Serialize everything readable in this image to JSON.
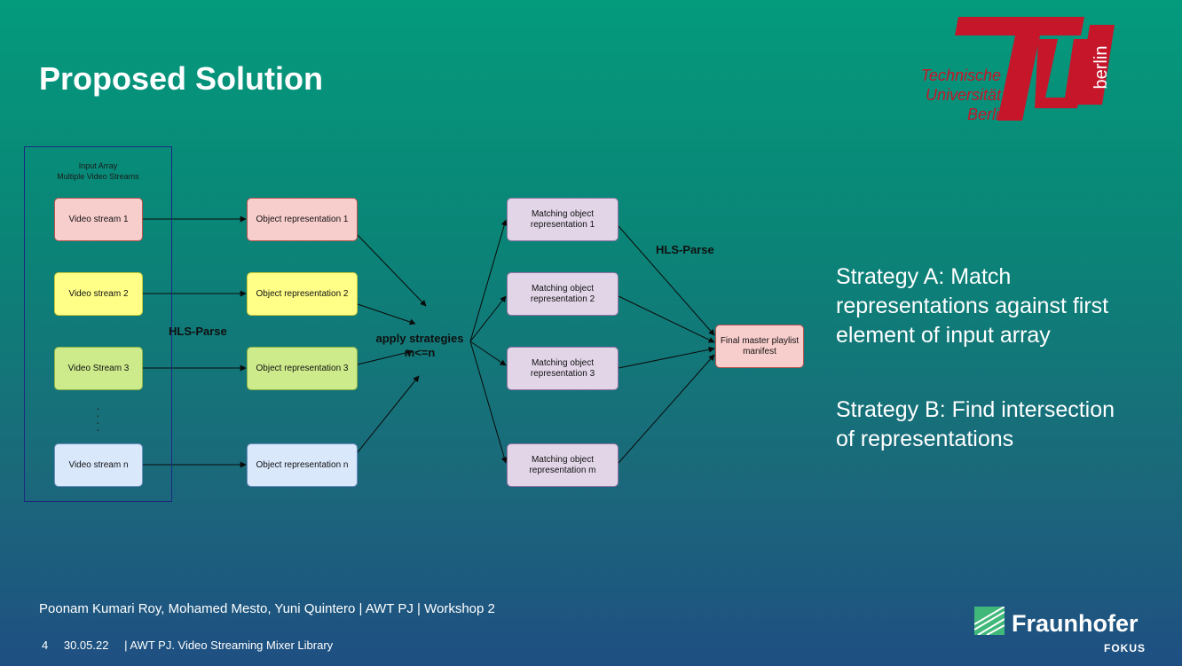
{
  "slide": {
    "title": "Proposed Solution"
  },
  "logo": {
    "name": "tu-berlin-logo",
    "lines": [
      "Technische",
      "Universität",
      "Berlin"
    ],
    "vertical": "berlin",
    "color": "#c5162a"
  },
  "diagram": {
    "input_label_line1": "Input Array",
    "input_label_line2": "Multiple Video Streams",
    "streams": [
      "Video stream 1",
      "Video stream 2",
      "Video Stream 3",
      "Video stream n"
    ],
    "objects": [
      "Object representation 1",
      "Object representation 2",
      "Object representation 3",
      "Object representation n"
    ],
    "hls_parse_left": "HLS-Parse",
    "strategy_line1": "apply strategies",
    "strategy_line2": "m<=n",
    "matching": [
      {
        "line1": "Matching object",
        "line2": "representation 1"
      },
      {
        "line1": "Matching object",
        "line2": "representation 2"
      },
      {
        "line1": "Matching object",
        "line2": "representation 3"
      },
      {
        "line1": "Matching object",
        "line2": "representation m"
      }
    ],
    "hls_parse_right": "HLS-Parse",
    "final_line1": "Final master playlist",
    "final_line2": "manifest"
  },
  "strategies": {
    "a": [
      "Strategy A: Match",
      "representations against first",
      "element of input array"
    ],
    "b": [
      "Strategy B: Find intersection",
      "of representations"
    ]
  },
  "footer": {
    "authors": "Poonam Kumari Roy, Mohamed Mesto, Yuni Quintero | AWT PJ | Workshop 2",
    "page": "4",
    "date": "30.05.22",
    "project": "| AWT PJ. Video Streaming Mixer Library"
  },
  "fraunhofer": {
    "name": "Fraunhofer",
    "sub": "FOKUS"
  }
}
